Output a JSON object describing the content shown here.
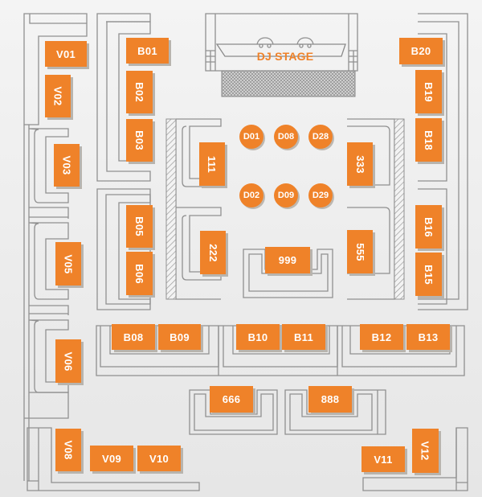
{
  "venue": {
    "stage_label": "DJ STAGE",
    "colors": {
      "table": "#ef8229",
      "table_text": "#ffffff",
      "outline": "#8e8e8e",
      "background": "#efefef",
      "stage_text": "#ef8229"
    }
  },
  "tables": {
    "v01": "V01",
    "v02": "V02",
    "v03": "V03",
    "v05": "V05",
    "v06": "V06",
    "v08": "V08",
    "v09": "V09",
    "v10": "V10",
    "v11": "V11",
    "v12": "V12",
    "b01": "B01",
    "b02": "B02",
    "b03": "B03",
    "b05": "B05",
    "b06": "B06",
    "b08": "B08",
    "b09": "B09",
    "b10": "B10",
    "b11": "B11",
    "b12": "B12",
    "b13": "B13",
    "b15": "B15",
    "b16": "B16",
    "b18": "B18",
    "b19": "B19",
    "b20": "B20",
    "t111": "111",
    "t222": "222",
    "t333": "333",
    "t555": "555",
    "t666": "666",
    "t888": "888",
    "t999": "999"
  },
  "dance_floor": {
    "d01": "D01",
    "d08": "D08",
    "d28": "D28",
    "d02": "D02",
    "d09": "D09",
    "d29": "D29"
  }
}
